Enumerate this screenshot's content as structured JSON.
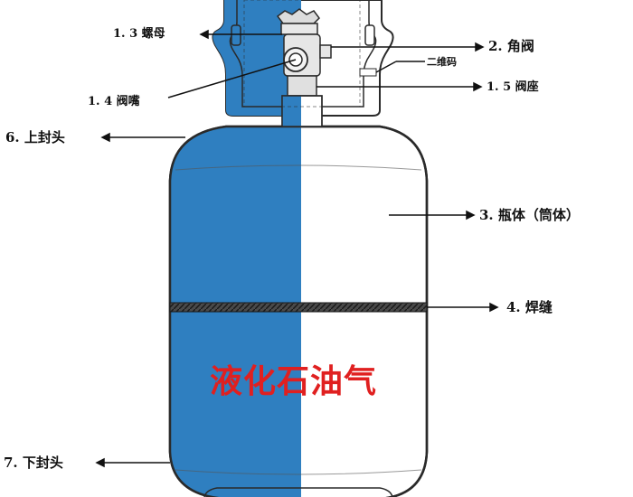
{
  "labels": {
    "nut": "1. 3 螺母",
    "angle_valve": "2.  角阀",
    "qr_code": "二维码",
    "valve_seat": "1. 5 阀座",
    "nozzle": "1. 4 阀嘴",
    "upper_head": "6.  上封头",
    "body": "3.  瓶体（筒体）",
    "weld": "4.  焊缝",
    "lower_head": "7.  下封头"
  },
  "center_text": "液化石油气",
  "colors": {
    "blue": "#2f7fc0",
    "outline": "#2a2a2a",
    "weld_band": "#3a3a3a",
    "gas_text": "#e02020",
    "background": "#ffffff"
  }
}
